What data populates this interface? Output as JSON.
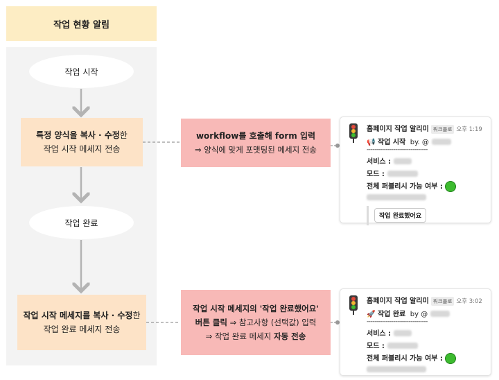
{
  "title": "작업 현황 알림",
  "flow": {
    "start": "작업 시작",
    "step1": {
      "bold": "특정 양식을 복사 · 수정",
      "suffix": "한",
      "line2": "작업 시작 메세지 전송"
    },
    "done": "작업 완료",
    "step2": {
      "bold": "작업 시작 메세지를 복사 · 수정",
      "suffix": "한",
      "line2": "작업 완료 메세지 전송"
    }
  },
  "actions": {
    "a1": {
      "line1": "workflow를 호출해 form 입력",
      "line2": "⇒ 양식에 맞게 포맷팅된 메세지 전송"
    },
    "a2": {
      "line1": "작업 시작 메세지의 '작업 완료했어요'",
      "line2_bold": "버튼 클릭",
      "line2_rest": " ⇒ 참고사항 (선택값) 입력",
      "line3_pre": "⇒ 작업 완료 메세지 ",
      "line3_bold": "자동 전송"
    }
  },
  "card1": {
    "app": "홈페이지 작업 알리미",
    "chip": "워크플로",
    "time": "오후 1:19",
    "emoji": "📢",
    "heading": "작업 시작",
    "by": "by. @",
    "dashes": "--------------------------------",
    "service": "서비스 :",
    "mode": "모드 :",
    "publish": "전체 퍼블리시 가능 여부 :",
    "button": "작업 완료했어요"
  },
  "card2": {
    "app": "홈페이지 작업 알리미",
    "chip": "워크플로",
    "time": "오후 3:02",
    "emoji": "🚀",
    "heading": "작업 완료",
    "by": "by @",
    "dashes": "--------------------------------",
    "service": "서비스 :",
    "mode": "모드 :",
    "publish": "전체 퍼블리시 가능 여부 :"
  },
  "colors": {
    "title_bg": "#fdedc4",
    "step_bg": "#fde3c7",
    "action_bg": "#f8b9b7",
    "panel_bg": "#f3f3f3",
    "arrow": "#b3b3b3",
    "status_green": "#3dbb2f"
  }
}
